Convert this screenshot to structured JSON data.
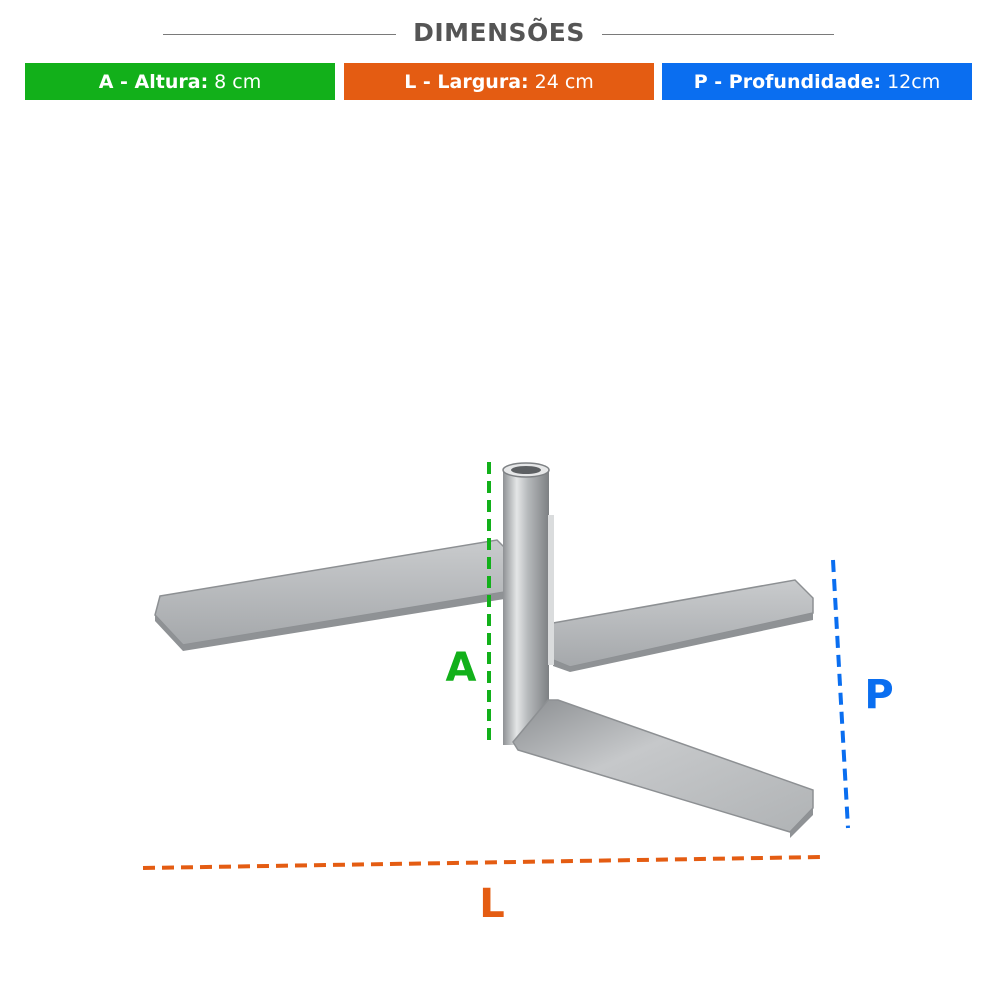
{
  "title": "DIMENSÕES",
  "colors": {
    "height": "#12b01a",
    "width": "#e45c12",
    "depth": "#0a6ef0",
    "title": "#555555",
    "metal": "#b9bcbe"
  },
  "dimensions": {
    "height": {
      "key": "A - Altura:",
      "value": "8 cm",
      "letter": "A"
    },
    "width": {
      "key": "L - Largura:",
      "value": "24 cm",
      "letter": "L"
    },
    "depth": {
      "key": "P - Profundidade:",
      "value": "12cm",
      "letter": "P"
    }
  }
}
